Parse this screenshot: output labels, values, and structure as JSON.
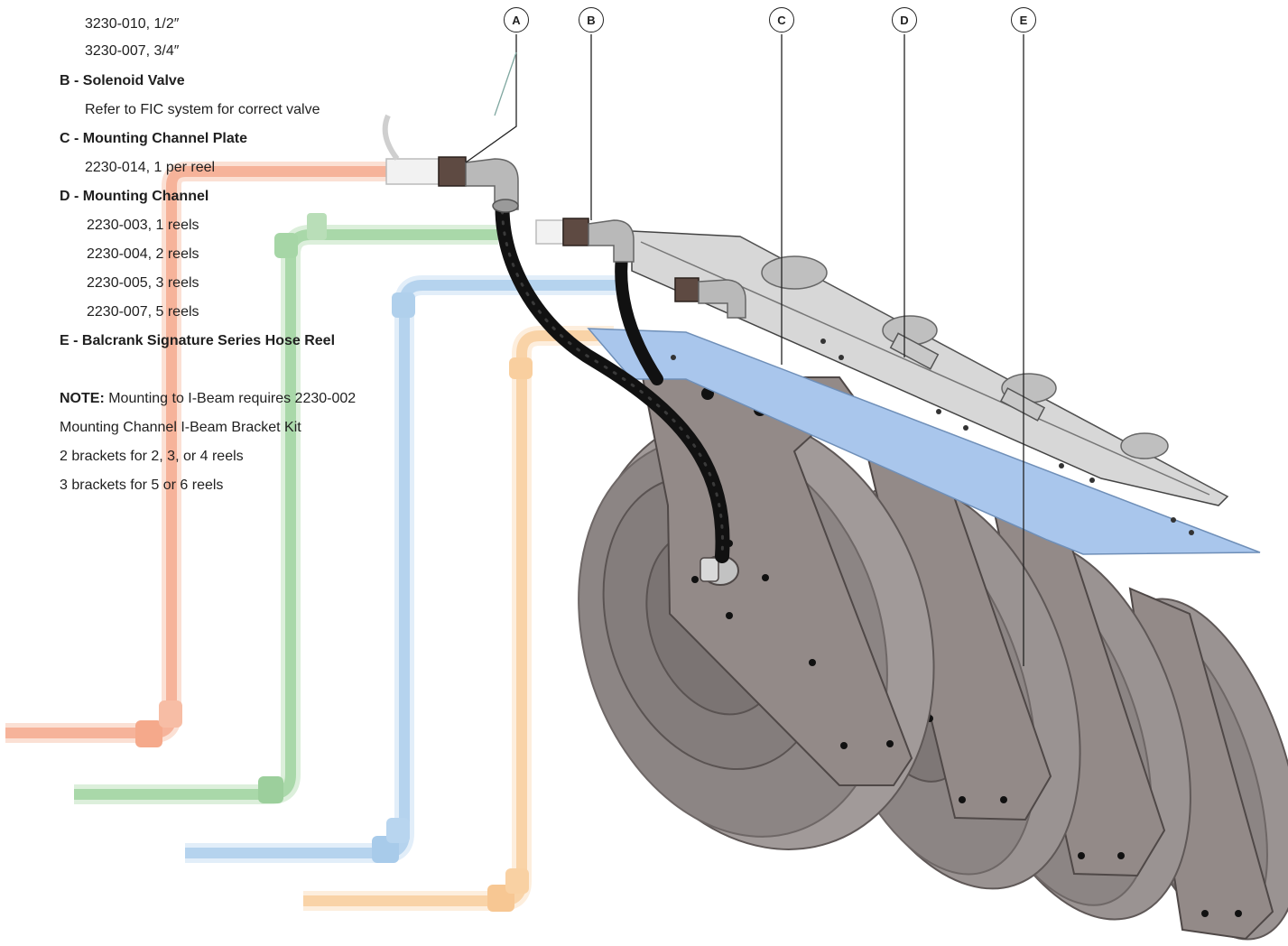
{
  "legend": {
    "a_items": [
      "3230-010, 1/2″",
      "3230-007, 3/4″"
    ],
    "b": {
      "title": "B - Solenoid Valve",
      "items": [
        "Refer to FIC system for correct valve"
      ]
    },
    "c": {
      "title": "C - Mounting Channel Plate",
      "items": [
        "2230-014, 1 per reel"
      ]
    },
    "d": {
      "title": "D - Mounting Channel",
      "items": [
        "2230-003, 1 reels",
        "2230-004, 2 reels",
        "2230-005, 3 reels",
        "2230-007, 5 reels"
      ]
    },
    "e": {
      "title": "E - Balcrank Signature Series Hose Reel"
    },
    "note": {
      "label": "NOTE:",
      "text": " Mounting to I-Beam requires 2230-002",
      "lines": [
        "Mounting Channel I-Beam Bracket Kit",
        "2 brackets for 2, 3, or 4 reels",
        "3 brackets for 5 or 6 reels"
      ]
    }
  },
  "callouts": [
    "A",
    "B",
    "C",
    "D",
    "E"
  ],
  "colors": {
    "pipe_orange": "#f6b39a",
    "pipe_green": "#a9d8a9",
    "pipe_blue": "#b5d3ee",
    "pipe_yellow": "#f9d3a7",
    "reel_body": "#8c8584",
    "reel_edge": "#6e6766",
    "reel_rim": "#b8b3b2",
    "bracket": "#938a88",
    "channel_plate": "#a9c6ec",
    "hose": "#222222",
    "fitting": "#b9b9b9",
    "valve": "#5e4a42"
  }
}
